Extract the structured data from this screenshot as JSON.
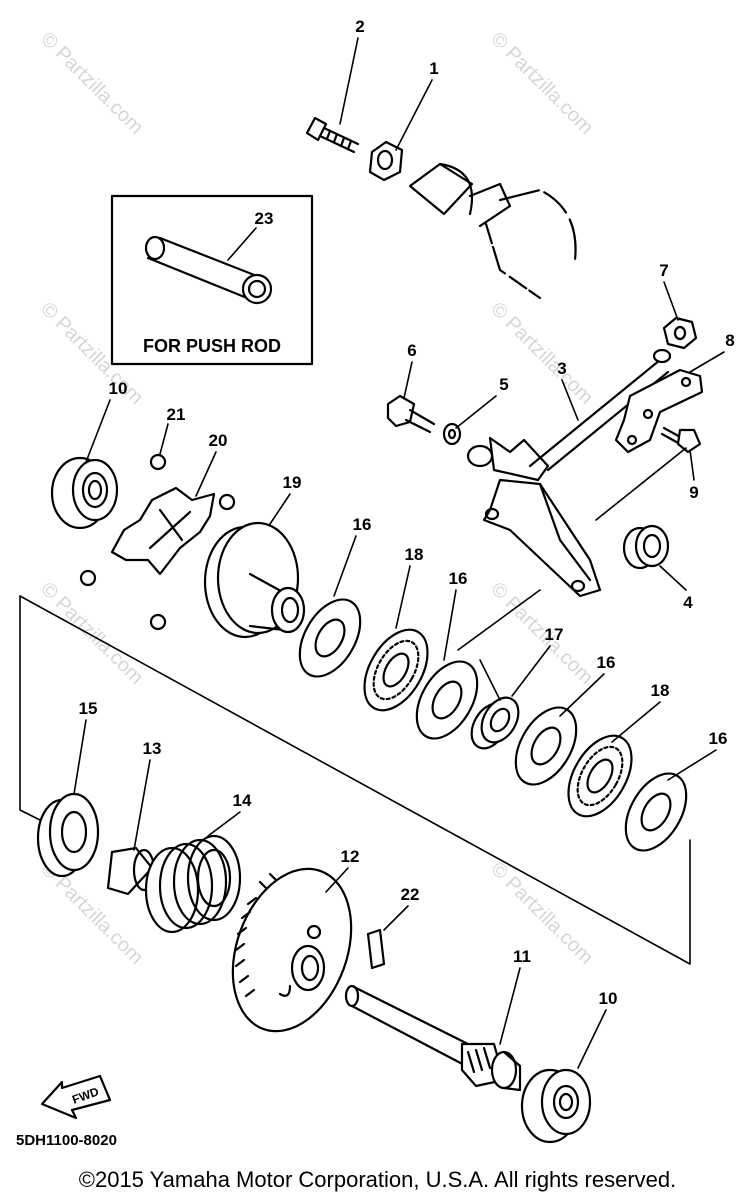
{
  "diagram": {
    "inset_label": "FOR PUSH ROD",
    "fwd_label": "FWD",
    "watermark": "© Partzilla.com",
    "callouts": [
      {
        "id": "c1",
        "text": "1"
      },
      {
        "id": "c2",
        "text": "2"
      },
      {
        "id": "c3",
        "text": "3"
      },
      {
        "id": "c4",
        "text": "4"
      },
      {
        "id": "c5",
        "text": "5"
      },
      {
        "id": "c6",
        "text": "6"
      },
      {
        "id": "c7",
        "text": "7"
      },
      {
        "id": "c8",
        "text": "8"
      },
      {
        "id": "c9",
        "text": "9"
      },
      {
        "id": "c10a",
        "text": "10"
      },
      {
        "id": "c10b",
        "text": "10"
      },
      {
        "id": "c11",
        "text": "11"
      },
      {
        "id": "c12",
        "text": "12"
      },
      {
        "id": "c13",
        "text": "13"
      },
      {
        "id": "c14",
        "text": "14"
      },
      {
        "id": "c15",
        "text": "15"
      },
      {
        "id": "c16a",
        "text": "16"
      },
      {
        "id": "c16b",
        "text": "16"
      },
      {
        "id": "c16c",
        "text": "16"
      },
      {
        "id": "c16d",
        "text": "16"
      },
      {
        "id": "c17",
        "text": "17"
      },
      {
        "id": "c18a",
        "text": "18"
      },
      {
        "id": "c18b",
        "text": "18"
      },
      {
        "id": "c19",
        "text": "19"
      },
      {
        "id": "c20",
        "text": "20"
      },
      {
        "id": "c21",
        "text": "21"
      },
      {
        "id": "c22",
        "text": "22"
      },
      {
        "id": "c23",
        "text": "23"
      }
    ]
  },
  "footer": {
    "diagram_code": "5DH1100-8020",
    "copyright": "©2015  Yamaha Motor Corporation, U.S.A. All rights reserved."
  }
}
